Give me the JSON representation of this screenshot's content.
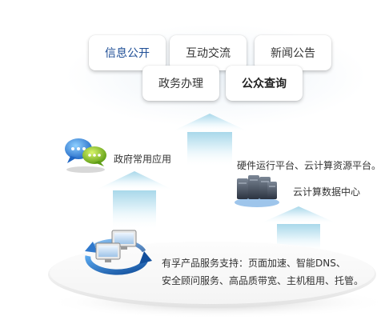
{
  "top_buttons": {
    "info_public": "信息公开",
    "interaction": "互动交流",
    "news": "新闻公告",
    "affairs": "政务办理",
    "public_query": "公众查询"
  },
  "left_label": "政府常用应用",
  "right_labels": {
    "platforms": "硬件运行平台、云计算资源平台。",
    "datacenter": "云计算数据中心"
  },
  "services": {
    "line1": "有孚产品服务支持：页面加速、智能DNS、",
    "line2": "安全顾问服务、高品质带宽、主机租用、托管。"
  },
  "colors": {
    "accent_blue": "#1e4e96",
    "arrow_light": "#e9f6fb",
    "arrow_dark": "#a9d8ea"
  },
  "icons": [
    "chat-bubbles-icon",
    "server-stack-icon",
    "computers-cycle-icon"
  ]
}
